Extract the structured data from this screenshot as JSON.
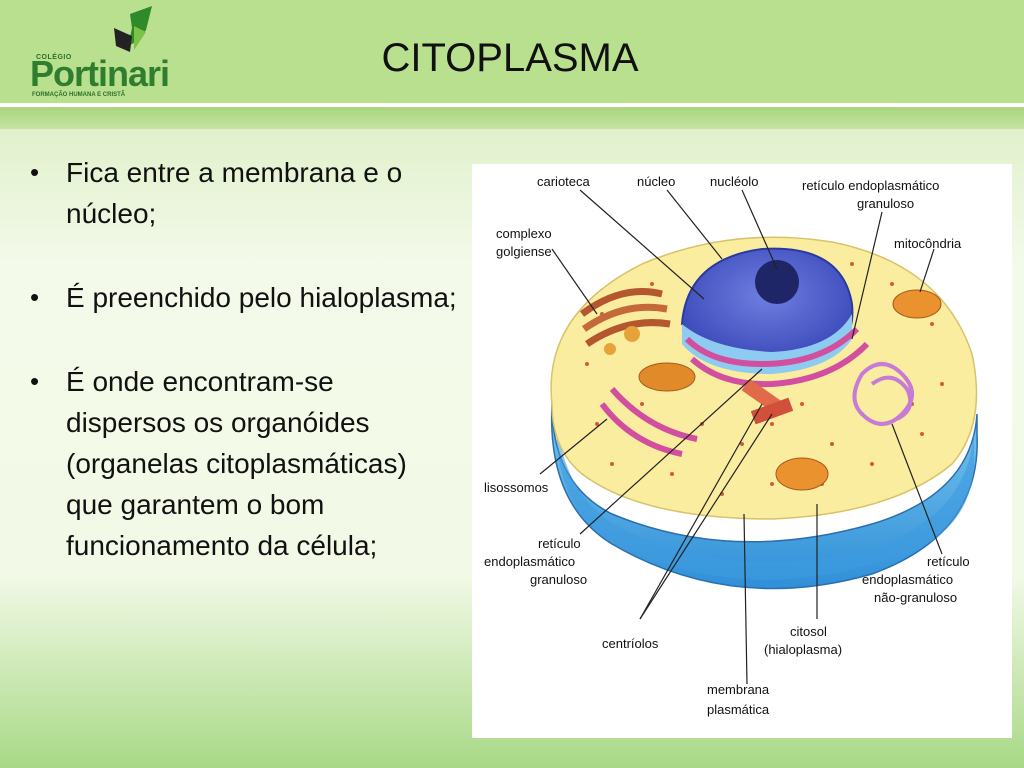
{
  "header": {
    "logo": {
      "small": "COLÉGIO",
      "name": "Portinari",
      "tagline": "FORMAÇÃO HUMANA E CRISTÃ"
    },
    "title": "CITOPLASMA"
  },
  "bullets": [
    {
      "marker": "•",
      "text": "Fica entre a membrana e o núcleo;"
    },
    {
      "marker": "•",
      "text": "É preenchido pelo hialoplasma;"
    },
    {
      "marker": "•",
      "text": "É onde encontram-se dispersos os organóides (organelas citoplasmáticas) que garantem o bom funcionamento da célula;"
    }
  ],
  "figure": {
    "labels": {
      "carioteca": "carioteca",
      "nucleo": "núcleo",
      "nucleolo": "nucléolo",
      "rer_top_1": "retículo endoplasmático",
      "rer_top_2": "granuloso",
      "golgi_1": "complexo",
      "golgi_2": "golgiense",
      "mitocondria": "mitocôndria",
      "lisossomos": "lisossomos",
      "rer_left_1": "retículo",
      "rer_left_2": "endoplasmático",
      "rer_left_3": "granuloso",
      "ren_1": "retículo",
      "ren_2": "endoplasmático",
      "ren_3": "não-granuloso",
      "centriolos": "centríolos",
      "citosol_1": "citosol",
      "citosol_2": "(hialoplasma)",
      "membrana_1": "membrana",
      "membrana_2": "plasmática"
    }
  }
}
